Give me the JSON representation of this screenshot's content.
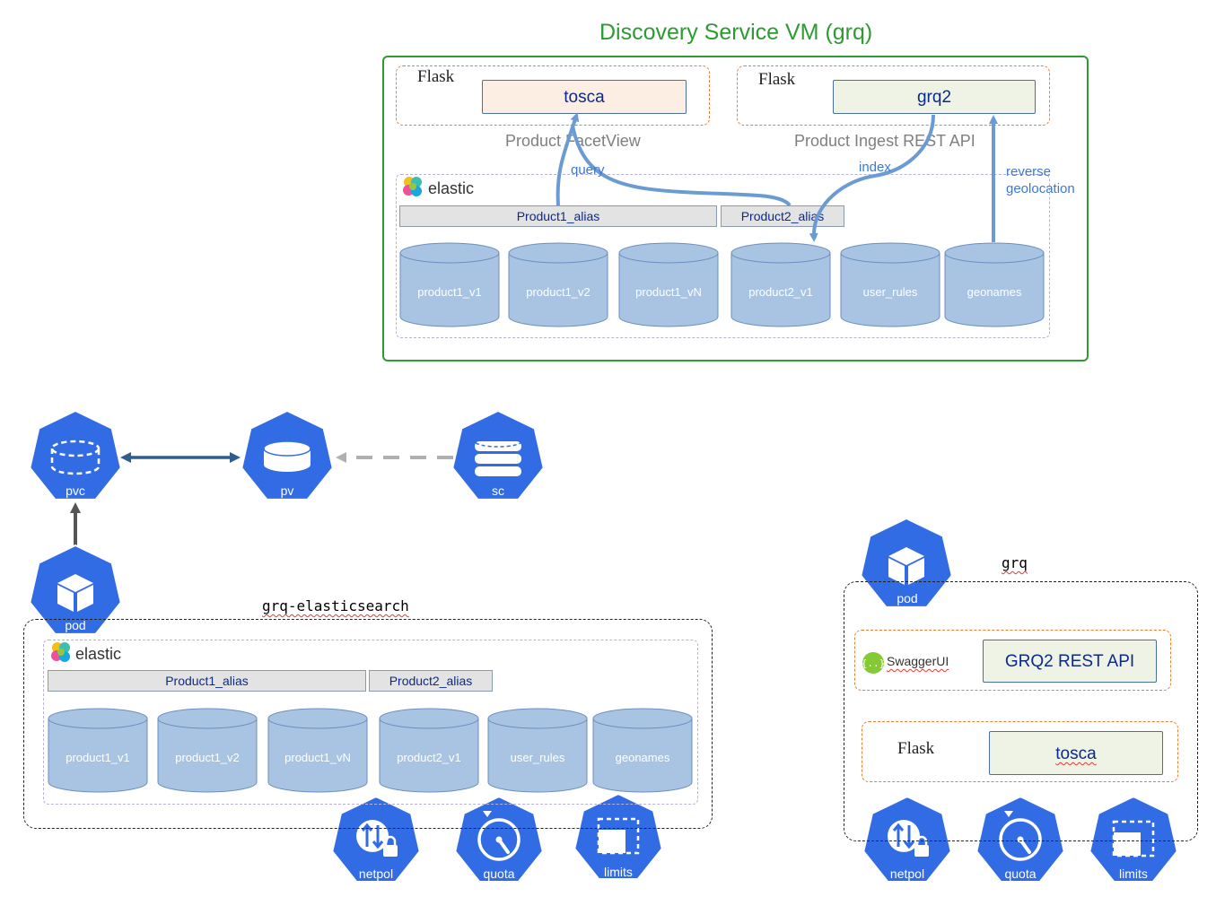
{
  "colors": {
    "vm_border": "#2e9b32",
    "vm_title": "#2e9b32",
    "flask_border": "#ed7d31",
    "cylinder_fill": "#a9c3e3",
    "cylinder_stroke": "#6a8fbf",
    "k8s_blue": "#326ce5",
    "arrow_blue": "#6a9bd3",
    "label_blue": "#3c78d8",
    "dashed_grey": "#b0b0b0"
  },
  "vm": {
    "title": "Discovery Service VM (grq)",
    "flask_left": {
      "logo": "Flask",
      "app": "tosca",
      "caption": "Product FacetView"
    },
    "flask_right": {
      "logo": "Flask",
      "app": "grq2",
      "caption": "Product Ingest REST API"
    },
    "elastic_label": "elastic",
    "alias1": "Product1_alias",
    "alias2": "Product2_alias",
    "indices": [
      "product1_v1",
      "product1_v2",
      "product1_vN",
      "product2_v1",
      "user_rules",
      "geonames"
    ],
    "arrow_query": "query",
    "arrow_index": "index",
    "arrow_reverse": "reverse",
    "arrow_geolocation": "geolocation"
  },
  "k8s": {
    "pvc": "pvc",
    "pv": "pv",
    "sc": "sc",
    "pod_left": "pod",
    "namespace_left": "grq-elasticsearch",
    "elastic_label": "elastic",
    "alias1": "Product1_alias",
    "alias2": "Product2_alias",
    "indices": [
      "product1_v1",
      "product1_v2",
      "product1_vN",
      "product2_v1",
      "user_rules",
      "geonames"
    ],
    "netpol": "netpol",
    "quota": "quota",
    "limits": "limits",
    "namespace_right": "grq",
    "pod_right": "pod",
    "swagger_logo": "SwaggerUI",
    "grq2_api": "GRQ2 REST API",
    "flask_logo": "Flask",
    "tosca": "tosca",
    "netpol_r": "netpol",
    "quota_r": "quota",
    "limits_r": "limits"
  }
}
